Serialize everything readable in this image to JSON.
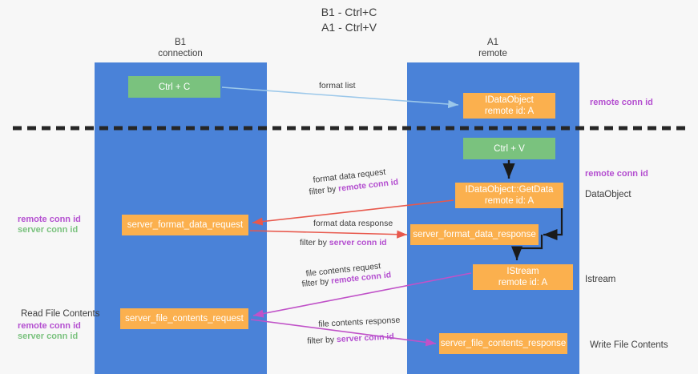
{
  "title": {
    "line1": "B1 - Ctrl+C",
    "line2": "A1 - Ctrl+V"
  },
  "columns": [
    {
      "id": "b1",
      "name": "B1",
      "role": "connection"
    },
    {
      "id": "a1",
      "name": "A1",
      "role": "remote"
    }
  ],
  "nodes": {
    "ctrl_c": {
      "label": "Ctrl + C",
      "sub": "",
      "color": "#7ac27e"
    },
    "idataobject": {
      "label": "IDataObject",
      "sub": "remote id: A",
      "color": "#fbb04e"
    },
    "ctrl_v": {
      "label": "Ctrl + V",
      "sub": "",
      "color": "#7ac27e"
    },
    "getdata": {
      "label": "IDataObject::GetData",
      "sub": "remote id: A",
      "color": "#fbb04e"
    },
    "server_format_data_request": {
      "label": "server_format_data_request",
      "sub": "",
      "color": "#fbb04e"
    },
    "server_format_data_response": {
      "label": "server_format_data_response",
      "sub": "",
      "color": "#fbb04e"
    },
    "istream": {
      "label": "IStream",
      "sub": "remote id: A",
      "color": "#fbb04e"
    },
    "server_file_contents_request": {
      "label": "server_file_contents_request",
      "sub": "",
      "color": "#fbb04e"
    },
    "server_file_contents_response": {
      "label": "server_file_contents_response",
      "sub": "",
      "color": "#fbb04e"
    }
  },
  "side_labels": {
    "dataobject": "DataObject",
    "istream": "Istream",
    "write_file_contents": "Write File Contents",
    "read_file_contents": "Read File Contents"
  },
  "keys": {
    "remote_conn_id": "remote conn id",
    "server_conn_id": "server conn id"
  },
  "edges": {
    "format_list": "format list",
    "format_data_request": "format data request",
    "format_data_request_filter_prefix": "filter by ",
    "format_data_response": "format data response",
    "format_data_response_filter_prefix": "filter by ",
    "file_contents_request": "file contents request",
    "file_contents_request_filter_prefix": "filter by ",
    "file_contents_response": "file contents response",
    "file_contents_response_filter_prefix": "filter by "
  },
  "colors": {
    "column": "#4a82d8",
    "green_node": "#7ac27e",
    "orange_node": "#fbb04e",
    "remote_key": "#b44fd0",
    "server_key": "#7ac27e",
    "arrow_blue": "#9cc8ea",
    "arrow_red": "#e8584c",
    "arrow_magenta": "#c052c8",
    "arrow_black": "#1a1a1a",
    "divider": "#262626",
    "background": "#f7f7f7"
  }
}
